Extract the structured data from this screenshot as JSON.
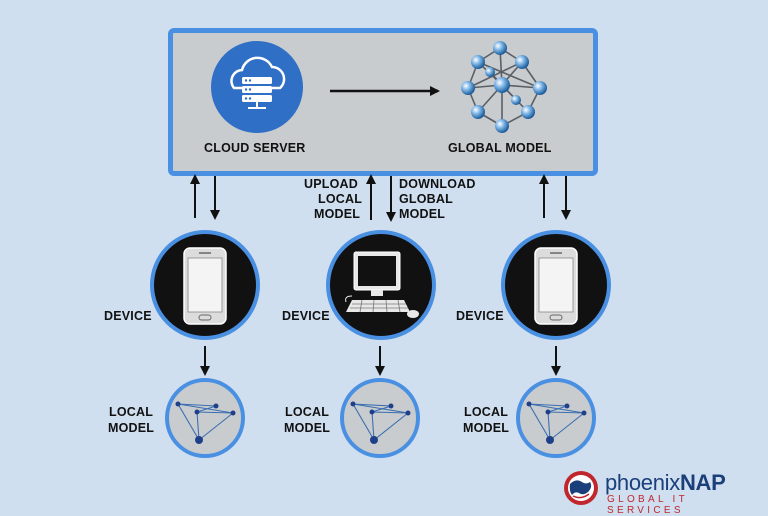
{
  "server": {
    "label": "CLOUD SERVER",
    "icon": "cloud-server-icon"
  },
  "global_model": {
    "label": "GLOBAL MODEL",
    "icon": "neural-network-icon"
  },
  "flows": {
    "upload": [
      "UPLOAD",
      "LOCAL",
      "MODEL"
    ],
    "download": [
      "DOWNLOAD",
      "GLOBAL",
      "MODEL"
    ]
  },
  "devices": [
    {
      "label": "DEVICE",
      "icon": "smartphone-icon"
    },
    {
      "label": "DEVICE",
      "icon": "desktop-computer-icon"
    },
    {
      "label": "DEVICE",
      "icon": "smartphone-icon"
    }
  ],
  "local_models": [
    {
      "label_line1": "LOCAL",
      "label_line2": "MODEL"
    },
    {
      "label_line1": "LOCAL",
      "label_line2": "MODEL"
    },
    {
      "label_line1": "LOCAL",
      "label_line2": "MODEL"
    }
  ],
  "brand": {
    "name_light": "phoenix",
    "name_bold": "NAP",
    "tagline": "GLOBAL IT SERVICES"
  },
  "colors": {
    "background": "#cfdff0",
    "accent": "#4a90e2",
    "box": "#c9cccf",
    "brand_blue": "#1b3f7a",
    "brand_red": "#c0272d"
  }
}
